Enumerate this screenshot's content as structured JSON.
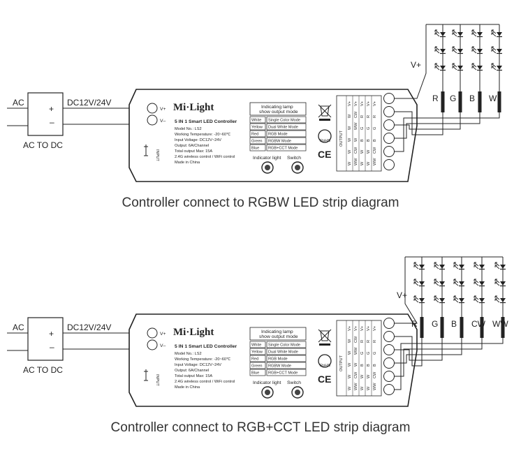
{
  "diagrams": [
    {
      "caption": "Controller connect to RGBW LED strip diagram",
      "supply": {
        "ac_label": "AC",
        "dc_label": "DC12V/24V",
        "box_label": "AC TO DC",
        "plus": "+",
        "minus": "–"
      },
      "controller": {
        "brand": "Mi·Light",
        "title": "5 IN 1 Smart LED Controller",
        "specs": [
          "Model No.: LS2",
          "Working Temperature: -20~60℃",
          "Input Voltage: DC12V~24V",
          "Output: 6A/Channel",
          "Total output Max: 15A",
          "2.4G wireless control / WiFi control",
          "Made in China"
        ],
        "input_vplus": "V+",
        "input_vminus": "V–",
        "input_text": "INPUT",
        "indicator_header": [
          "Indicating lamp",
          "show output mode"
        ],
        "mode_rows": [
          {
            "color": "White",
            "mode": "Single Color Mode"
          },
          {
            "color": "Yellow",
            "mode": "Dual White Mode"
          },
          {
            "color": "Red",
            "mode": "RGB Mode"
          },
          {
            "color": "Green",
            "mode": "RGBW Mode"
          },
          {
            "color": "Blue",
            "mode": "RGB+CCT Mode"
          }
        ],
        "indicator_label": "Indicator light",
        "switch_label": "Switch",
        "output_label": "OUTPUT",
        "output_columns": [
          [
            "V+",
            "W",
            "W",
            "W",
            "W",
            "W"
          ],
          [
            "V+",
            "CW",
            "WW",
            "W",
            "CW",
            "WW"
          ],
          [
            "V+",
            "R",
            "G",
            "B",
            "W",
            "W"
          ],
          [
            "V+",
            "R",
            "G",
            "B",
            "W",
            "W"
          ],
          [
            "V+",
            "R",
            "G",
            "B",
            "CW",
            "WW"
          ]
        ],
        "ce_mark": "CE",
        "rohs_mark": "RoHS"
      },
      "strip": {
        "vplus": "V+",
        "channels": [
          "R",
          "G",
          "B",
          "W"
        ]
      }
    },
    {
      "caption": "Controller connect to RGB+CCT LED strip diagram",
      "supply": {
        "ac_label": "AC",
        "dc_label": "DC12V/24V",
        "box_label": "AC TO DC",
        "plus": "+",
        "minus": "–"
      },
      "controller": {
        "brand": "Mi·Light",
        "title": "5 IN 1 Smart LED Controller",
        "specs": [
          "Model No.: LS2",
          "Working Temperature: -20~60℃",
          "Input Voltage: DC12V~24V",
          "Output: 6A/Channel",
          "Total output Max: 15A",
          "2.4G wireless control / WiFi control",
          "Made in China"
        ],
        "input_vplus": "V+",
        "input_vminus": "V–",
        "input_text": "INPUT",
        "indicator_header": [
          "Indicating lamp",
          "show output mode"
        ],
        "mode_rows": [
          {
            "color": "White",
            "mode": "Single Color Mode"
          },
          {
            "color": "Yellow",
            "mode": "Dual White Mode"
          },
          {
            "color": "Red",
            "mode": "RGB Mode"
          },
          {
            "color": "Green",
            "mode": "RGBW Mode"
          },
          {
            "color": "Blue",
            "mode": "RGB+CCT Mode"
          }
        ],
        "indicator_label": "Indicator light",
        "switch_label": "Switch",
        "output_label": "OUTPUT",
        "output_columns": [
          [
            "V+",
            "W",
            "W",
            "W",
            "W",
            "W"
          ],
          [
            "V+",
            "CW",
            "WW",
            "W",
            "CW",
            "WW"
          ],
          [
            "V+",
            "R",
            "G",
            "B",
            "W",
            "W"
          ],
          [
            "V+",
            "R",
            "G",
            "B",
            "W",
            "W"
          ],
          [
            "V+",
            "R",
            "G",
            "B",
            "CW",
            "WW"
          ]
        ],
        "ce_mark": "CE",
        "rohs_mark": "RoHS"
      },
      "strip": {
        "vplus": "V+",
        "channels": [
          "R",
          "G",
          "B",
          "CW",
          "WW"
        ]
      }
    }
  ]
}
